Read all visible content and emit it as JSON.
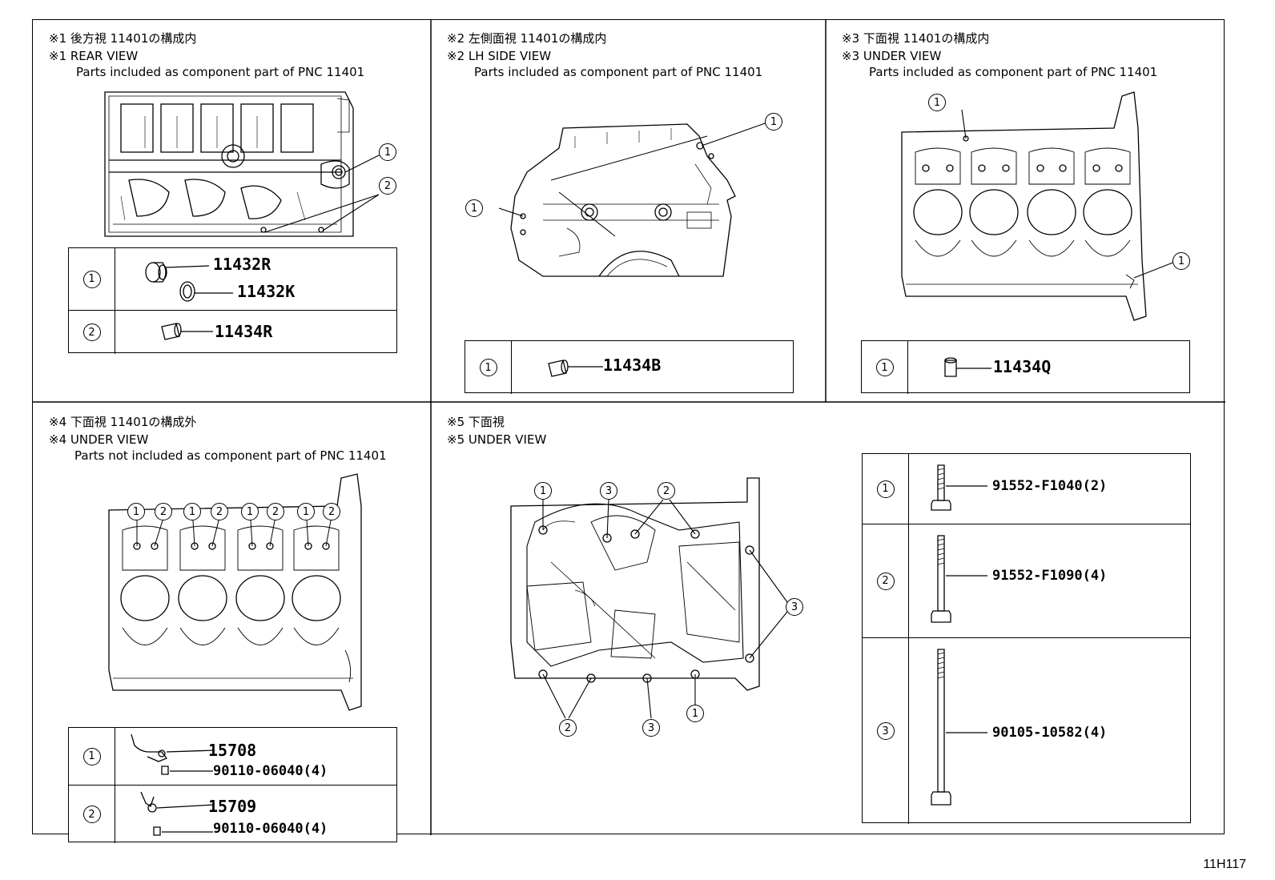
{
  "page_code": "11H117",
  "panels": {
    "p1": {
      "title_jp": "※1 後方視 11401の構成内",
      "title_en": "※1 REAR VIEW",
      "desc": "Parts included as component part of PNC 11401",
      "rows": [
        {
          "num": "1",
          "parts": [
            "11432R",
            "11432K"
          ]
        },
        {
          "num": "2",
          "parts": [
            "11434R"
          ]
        }
      ]
    },
    "p2": {
      "title_jp": "※2 左側面視 11401の構成内",
      "title_en": "※2 LH SIDE VIEW",
      "desc": "Parts included as component part of PNC 11401",
      "rows": [
        {
          "num": "1",
          "parts": [
            "11434B"
          ]
        }
      ]
    },
    "p3": {
      "title_jp": "※3 下面視 11401の構成内",
      "title_en": "※3 UNDER VIEW",
      "desc": "Parts included as component part of PNC 11401",
      "rows": [
        {
          "num": "1",
          "parts": [
            "11434Q"
          ]
        }
      ]
    },
    "p4": {
      "title_jp": "※4 下面視 11401の構成外",
      "title_en": "※4 UNDER VIEW",
      "desc": "Parts not included as component part of PNC 11401",
      "rows": [
        {
          "num": "1",
          "parts": [
            "15708",
            "90110-06040(4)"
          ]
        },
        {
          "num": "2",
          "parts": [
            "15709",
            "90110-06040(4)"
          ]
        }
      ]
    },
    "p5": {
      "title_jp": "※5 下面視",
      "title_en": "※5 UNDER VIEW",
      "rows": [
        {
          "num": "1",
          "parts": [
            "91552-F1040(2)"
          ]
        },
        {
          "num": "2",
          "parts": [
            "91552-F1090(4)"
          ]
        },
        {
          "num": "3",
          "parts": [
            "90105-10582(4)"
          ]
        }
      ]
    }
  },
  "callout_labels": {
    "one": "1",
    "two": "2",
    "three": "3"
  }
}
